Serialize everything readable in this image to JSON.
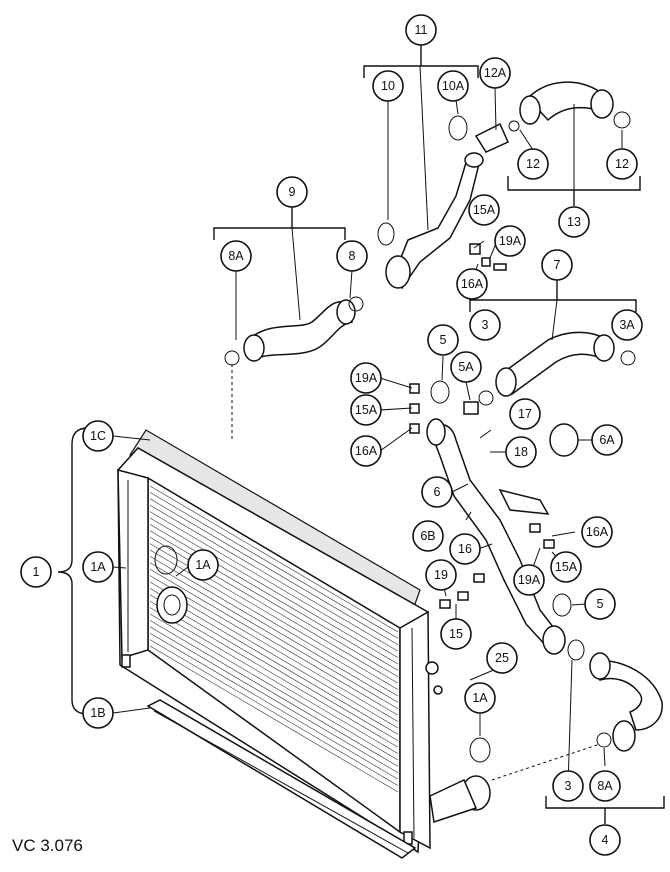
{
  "reference_code": "VC 3.076",
  "callouts": {
    "c1": "1",
    "c1A_left": "1A",
    "c1A_right": "1A",
    "c1A_lower": "1A",
    "c1B": "1B",
    "c1C": "1C",
    "c3_mid": "3",
    "c3_low": "3",
    "c3A": "3A",
    "c4": "4",
    "c5_top": "5",
    "c5A": "5A",
    "c5_low": "5",
    "c6": "6",
    "c6A": "6A",
    "c6B": "6B",
    "c7": "7",
    "c8": "8",
    "c8A_top": "8A",
    "c8A_low": "8A",
    "c9": "9",
    "c10": "10",
    "c10A": "10A",
    "c11": "11",
    "c12_left": "12",
    "c12_right": "12",
    "c12A": "12A",
    "c13": "13",
    "c15_low": "15",
    "c15A_top": "15A",
    "c15A_mid": "15A",
    "c15A_right": "15A",
    "c16": "16",
    "c16A_top": "16A",
    "c16A_mid": "16A",
    "c16A_right": "16A",
    "c17": "17",
    "c18": "18",
    "c19": "19",
    "c19A_top": "19A",
    "c19A_mid": "19A",
    "c19A_right": "19A",
    "c25": "25"
  }
}
